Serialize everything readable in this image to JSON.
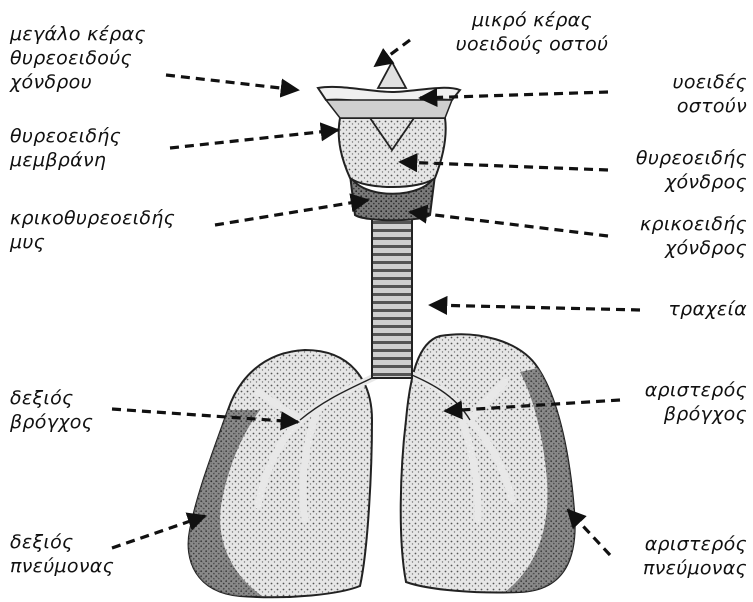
{
  "labels": {
    "greater_horn": [
      "μεγάλο κέρας",
      "θυρεοειδούς",
      "χόνδρου"
    ],
    "lesser_horn": [
      "μικρό κέρας",
      "υοειδούς οστού"
    ],
    "hyoid_bone": [
      "υοειδές",
      "οστούν"
    ],
    "thyrohyoid_membrane": [
      "θυρεοειδής",
      "μεμβράνη"
    ],
    "thyroid_cartilage": [
      "θυρεοειδής",
      "χόνδρος"
    ],
    "cricothyroid_muscle": [
      "κρικοθυρεοειδής",
      "μυς"
    ],
    "cricoid_cartilage": [
      "κρικοειδής",
      "χόνδρος"
    ],
    "trachea": [
      "τραχεία"
    ],
    "right_bronchus": [
      "δεξιός",
      "βρόγχος"
    ],
    "left_bronchus": [
      "αριστερός",
      "βρόγχος"
    ],
    "right_lung": [
      "δεξιός",
      "πνεύμονας"
    ],
    "left_lung": [
      "αριστερός",
      "πνεύμονας"
    ]
  },
  "colors": {
    "ink": "#1a1a1a",
    "tissue_light": "#d9d9d9",
    "tissue_mid": "#9a9a9a",
    "tissue_dark": "#3a3a3a"
  }
}
